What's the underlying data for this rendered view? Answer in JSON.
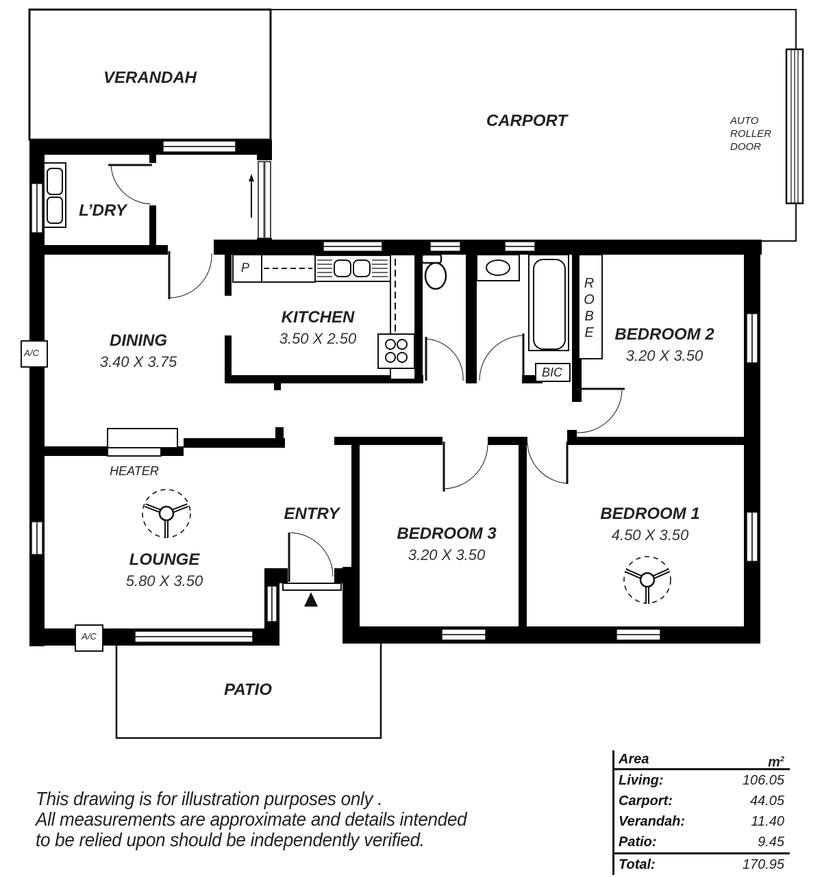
{
  "rooms": {
    "verandah": {
      "name": "VERANDAH"
    },
    "carport": {
      "name": "CARPORT"
    },
    "laundry": {
      "name": "L’DRY"
    },
    "dining": {
      "name": "DINING",
      "dims": "3.40 X 3.75"
    },
    "kitchen": {
      "name": "KITCHEN",
      "dims": "3.50 X 2.50"
    },
    "bedroom2": {
      "name": "BEDROOM 2",
      "dims": "3.20 X 3.50"
    },
    "lounge": {
      "name": "LOUNGE",
      "dims": "5.80 X 3.50"
    },
    "entry": {
      "name": "ENTRY"
    },
    "bedroom3": {
      "name": "BEDROOM 3",
      "dims": "3.20 X 3.50"
    },
    "bedroom1": {
      "name": "BEDROOM 1",
      "dims": "4.50 X 3.50"
    },
    "patio": {
      "name": "PATIO"
    }
  },
  "fixtures": {
    "auto_roller_door": [
      "AUTO",
      "ROLLER",
      "DOOR"
    ],
    "pantry": "P",
    "robe": [
      "R",
      "O",
      "B",
      "E"
    ],
    "bic": "BIC",
    "heater": "HEATER",
    "ac_dining": "A/C",
    "ac_lounge": "A/C"
  },
  "icons": {
    "ceiling_fan": "ceiling-fan-icon",
    "entry_arrow": "entry-arrow-icon",
    "sliding_arrow": "sliding-door-arrow-icon"
  },
  "disclaimer": [
    "This drawing is for illustration purposes only .",
    "All measurements are approximate and details intended",
    "to be relied upon should be independently verified."
  ],
  "area_table": {
    "header": {
      "label": "Area",
      "unit": "m",
      "unit_sup": "2"
    },
    "rows": [
      {
        "label": "Living:",
        "value": "106.05"
      },
      {
        "label": "Carport:",
        "value": "44.05"
      },
      {
        "label": "Verandah:",
        "value": "11.40"
      },
      {
        "label": "Patio:",
        "value": "9.45"
      }
    ],
    "total": {
      "label": "Total:",
      "value": "170.95"
    }
  }
}
